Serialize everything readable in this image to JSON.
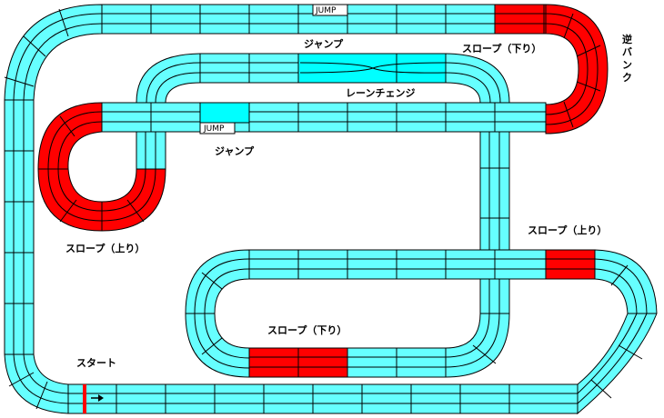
{
  "labels": {
    "jump_top": "ジャンプ",
    "slope_down_top": "スロープ（下り）",
    "reverse_bank": "逆バンク",
    "lane_change": "レーンチェンジ",
    "jump_mid": "ジャンプ",
    "slope_up_left": "スロープ（上り）",
    "slope_up_right": "スロープ（上り）",
    "slope_down_bottom": "スロープ（下り）",
    "start": "スタート"
  },
  "jump_plate": "JUMP",
  "colors": {
    "track": "#66ffff",
    "slope": "#ff0000",
    "jump": "#00ffff",
    "line": "#000000"
  }
}
